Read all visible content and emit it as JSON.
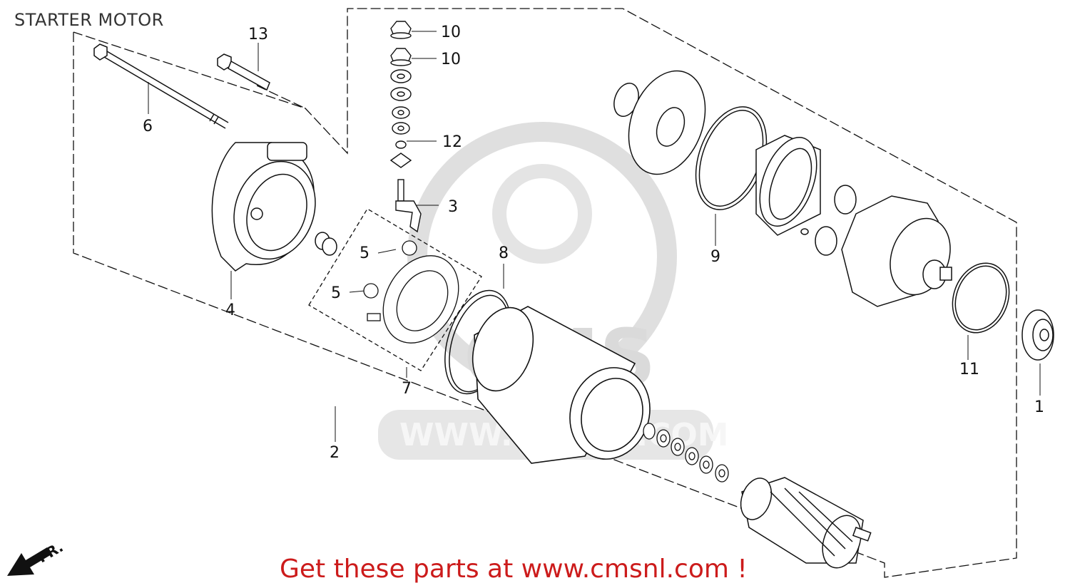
{
  "title": "STARTER MOTOR",
  "promo": "Get these parts at www.cmsnl.com !",
  "orientation_label": "FR.",
  "watermark": {
    "brand": "CMS",
    "url": "WWW.CMSNL.COM"
  },
  "callouts": [
    "1",
    "2",
    "3",
    "4",
    "5",
    "5",
    "6",
    "7",
    "8",
    "9",
    "10",
    "10",
    "11",
    "12",
    "13"
  ],
  "colors": {
    "promo": "#cc1b1b",
    "watermark": "#d6d6d6",
    "lines": "#111111"
  }
}
